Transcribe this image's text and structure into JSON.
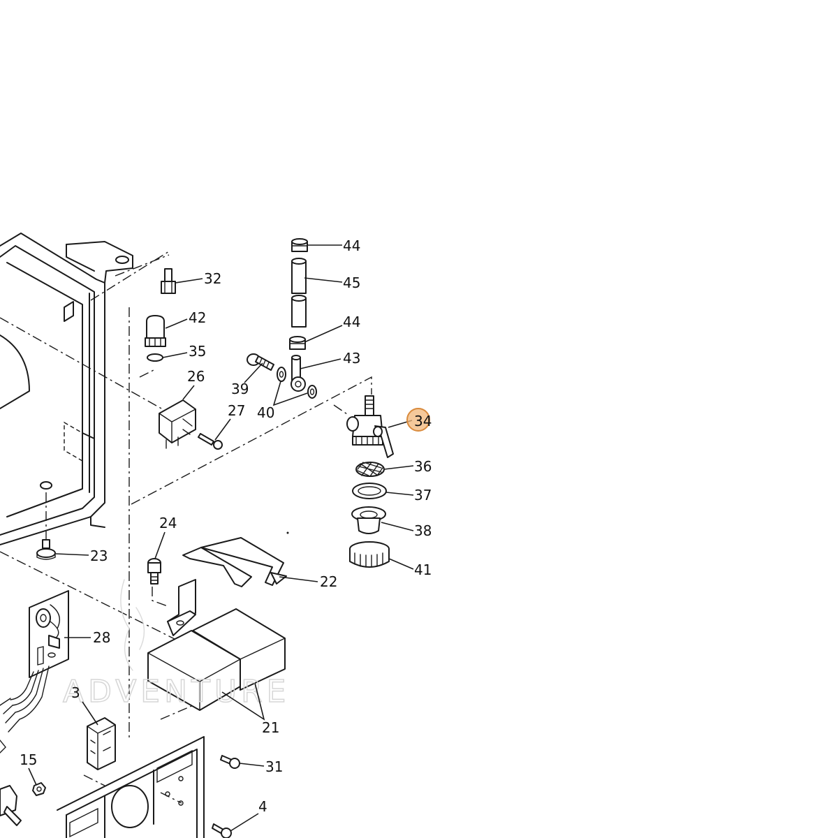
{
  "callouts": [
    {
      "id": "p44a",
      "label": "44"
    },
    {
      "id": "p45",
      "label": "45"
    },
    {
      "id": "p44b",
      "label": "44"
    },
    {
      "id": "p43",
      "label": "43"
    },
    {
      "id": "p32",
      "label": "32"
    },
    {
      "id": "p42",
      "label": "42"
    },
    {
      "id": "p35",
      "label": "35"
    },
    {
      "id": "p26",
      "label": "26"
    },
    {
      "id": "p27",
      "label": "27"
    },
    {
      "id": "p39",
      "label": "39"
    },
    {
      "id": "p40",
      "label": "40"
    },
    {
      "id": "p34",
      "label": "34",
      "highlighted": true
    },
    {
      "id": "p36",
      "label": "36"
    },
    {
      "id": "p37",
      "label": "37"
    },
    {
      "id": "p38",
      "label": "38"
    },
    {
      "id": "p41",
      "label": "41"
    },
    {
      "id": "p24",
      "label": "24"
    },
    {
      "id": "p23",
      "label": "23"
    },
    {
      "id": "p22",
      "label": "22"
    },
    {
      "id": "p28",
      "label": "28"
    },
    {
      "id": "p21",
      "label": "21"
    },
    {
      "id": "p3",
      "label": "3"
    },
    {
      "id": "p15",
      "label": "15"
    },
    {
      "id": "p31",
      "label": "31"
    },
    {
      "id": "p4",
      "label": "4"
    }
  ],
  "highlight_color": "#f2b77a",
  "watermark": "ADVENTURE"
}
